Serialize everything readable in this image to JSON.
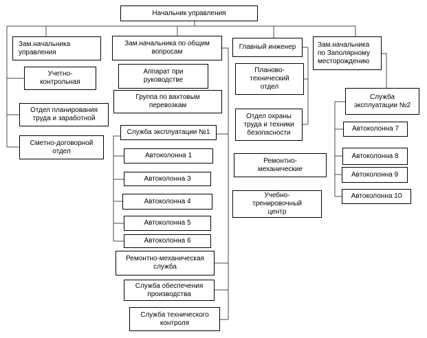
{
  "diagram": {
    "type": "org-chart",
    "colors": {
      "box_border": "#000000",
      "connector": "#4a4a4a",
      "background": "#ffffff",
      "text": "#000000"
    },
    "nodes": {
      "head": {
        "label": "Начальник управления"
      },
      "a1": {
        "label": "Зам.начальника управления"
      },
      "a2": {
        "label": "Учетно-контрольная"
      },
      "a3": {
        "label": "Отдел планирования труда и заработной"
      },
      "a4": {
        "label": "Сметно-договорной отдел"
      },
      "b1": {
        "label": "Зам.начальника по общим вопросам"
      },
      "b2": {
        "label": "Аппарат при руководстве"
      },
      "b3": {
        "label": "Группа по вахтовым перевозкам"
      },
      "b4": {
        "label": "Служба эксплуатации №1"
      },
      "b5": {
        "label": "Автоколонна 1"
      },
      "b6": {
        "label": "Автоколонна 3"
      },
      "b7": {
        "label": "Автоколонна 4"
      },
      "b8": {
        "label": "Автоколонна 5"
      },
      "b9": {
        "label": "Автоколонна 6"
      },
      "b10": {
        "label": "Ремонтно-механическая служба"
      },
      "b11": {
        "label": "Служба обеспечения производства"
      },
      "b12": {
        "label": "Служба технического контроля"
      },
      "c1": {
        "label": "Главный инженер"
      },
      "c2": {
        "label": "Планово-технический отдел"
      },
      "c3": {
        "label": "Отдел охраны труда и техники безопасности"
      },
      "c4": {
        "label": "Ремонтно-механические"
      },
      "c5": {
        "label": "Учебно-тренировочный центр"
      },
      "d1": {
        "label": "Зам.начальника по Заполярному месторождению"
      },
      "d2": {
        "label": "Служба эксплуатации №2"
      },
      "d3": {
        "label": "Автоколонна 7"
      },
      "d4": {
        "label": "Автоколонна 8"
      },
      "d5": {
        "label": "Автоколонна 9"
      },
      "d6": {
        "label": "Автоколонна 10"
      }
    }
  }
}
